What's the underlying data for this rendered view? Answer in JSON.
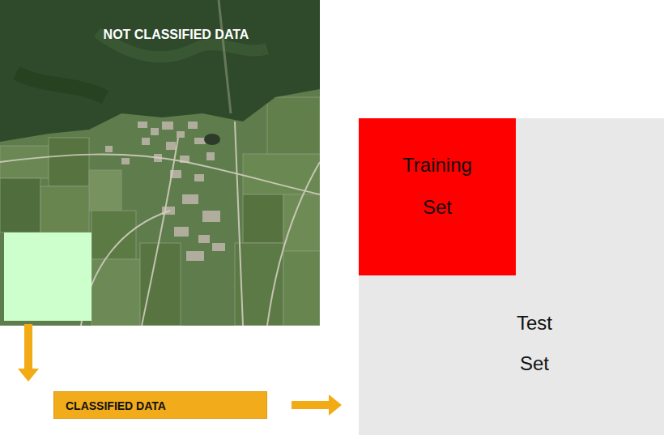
{
  "diagram": {
    "nodes": [
      {
        "text": [
          "NOT CLASSIFIED DATA"
        ]
      },
      {
        "text": [
          "CLASSIFIED DATA"
        ]
      },
      {
        "text": [
          "Test Set"
        ]
      },
      {
        "text": [
          "Training Set"
        ],
        "in": 2
      }
    ],
    "edges": [
      {
        "from": 0,
        "to": 1,
        "arrow": "to"
      },
      {
        "from": 1,
        "to": 2,
        "arrow": "to"
      }
    ]
  }
}
